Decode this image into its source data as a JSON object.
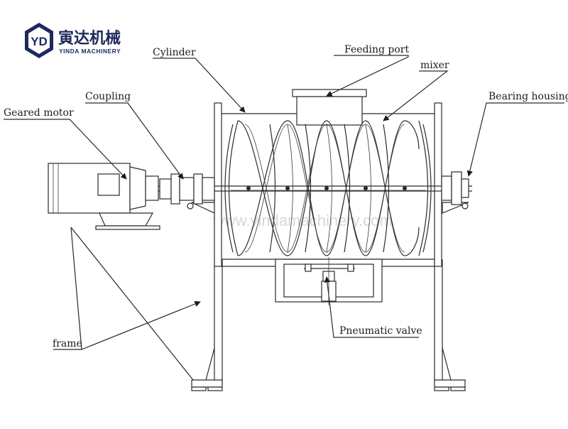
{
  "logo": {
    "cn_text": "寅达机械",
    "en_text": "YINDA MACHINERY",
    "color": "#1e2a5c"
  },
  "watermark": "www.yindamachinery.com",
  "labels": {
    "cylinder": "Cylinder",
    "feeding_port": "Feeding port",
    "mixer": "mixer",
    "coupling": "Coupling",
    "bearing_housing": "Bearing housing",
    "geared_motor": "Geared motor",
    "frame": "frame",
    "pneumatic_valve": "Pneumatic valve"
  }
}
